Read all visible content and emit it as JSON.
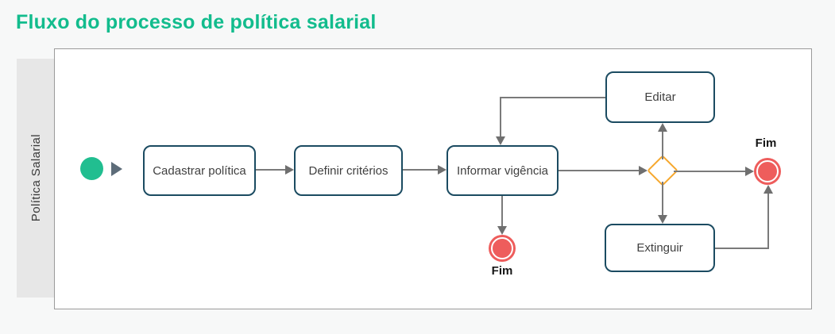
{
  "title": "Fluxo do processo de política salarial",
  "lane": {
    "label": "Política Salarial"
  },
  "nodes": {
    "start": {
      "type": "start-event"
    },
    "cadastrar": {
      "label": "Cadastrar política"
    },
    "definir": {
      "label": "Definir critérios"
    },
    "informar": {
      "label": "Informar vigência"
    },
    "editar": {
      "label": "Editar"
    },
    "extinguir": {
      "label": "Extinguir"
    },
    "gateway": {
      "type": "exclusive-gateway"
    },
    "fim_bottom": {
      "label": "Fim"
    },
    "fim_right": {
      "label": "Fim"
    }
  },
  "edges": [
    {
      "from": "start",
      "to": "cadastrar"
    },
    {
      "from": "cadastrar",
      "to": "definir"
    },
    {
      "from": "definir",
      "to": "informar"
    },
    {
      "from": "informar",
      "to": "gateway"
    },
    {
      "from": "gateway",
      "to": "editar"
    },
    {
      "from": "editar",
      "to": "informar"
    },
    {
      "from": "informar",
      "to": "fim_bottom"
    },
    {
      "from": "gateway",
      "to": "extinguir"
    },
    {
      "from": "gateway",
      "to": "fim_right"
    },
    {
      "from": "extinguir",
      "to": "fim_right"
    }
  ],
  "colors": {
    "title_green": "#12BC8D",
    "start_fill": "#21BE90",
    "start_arrow": "#5D6C79",
    "task_border": "#1B4B61",
    "task_text": "#404040",
    "gateway_stroke": "#F6A72C",
    "end_fill": "#EE5D5C",
    "connector": "#7A7A7A",
    "lane_bg": "#E7E7E7",
    "page_bg": "#F7F8F8",
    "canvas_border": "#9B9B9B"
  }
}
